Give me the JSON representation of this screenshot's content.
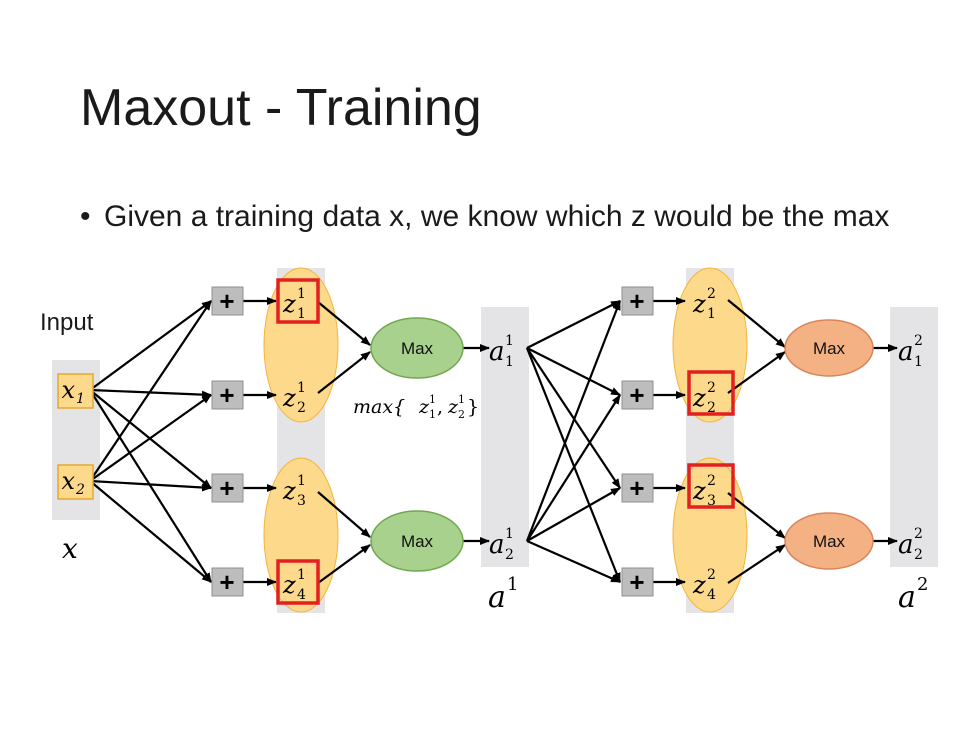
{
  "slide": {
    "title": "Maxout - Training",
    "bullet": "Given a training data x, we know which z would be the max"
  },
  "diagram": {
    "input_label": "Input",
    "x_var": "x",
    "inputs": [
      {
        "base": "x",
        "sub": "1"
      },
      {
        "base": "x",
        "sub": "2"
      }
    ],
    "plus_symbol": "+",
    "max_label": "Max",
    "layer1": {
      "z": [
        {
          "base": "z",
          "sub": "1",
          "sup": "1"
        },
        {
          "base": "z",
          "sub": "2",
          "sup": "1"
        },
        {
          "base": "z",
          "sub": "3",
          "sup": "1"
        },
        {
          "base": "z",
          "sub": "4",
          "sup": "1"
        }
      ],
      "a": [
        {
          "base": "a",
          "sub": "1",
          "sup": "1"
        },
        {
          "base": "a",
          "sub": "2",
          "sup": "1"
        }
      ],
      "layer_label": {
        "base": "a",
        "sup": "1"
      },
      "max_annotation": {
        "prefix": "max{",
        "sep": ",",
        "suffix": "}"
      }
    },
    "layer2": {
      "z": [
        {
          "base": "z",
          "sub": "1",
          "sup": "2"
        },
        {
          "base": "z",
          "sub": "2",
          "sup": "2"
        },
        {
          "base": "z",
          "sub": "3",
          "sup": "2"
        },
        {
          "base": "z",
          "sub": "4",
          "sup": "2"
        }
      ],
      "a": [
        {
          "base": "a",
          "sub": "1",
          "sup": "2"
        },
        {
          "base": "a",
          "sub": "2",
          "sup": "2"
        }
      ],
      "layer_label": {
        "base": "a",
        "sup": "2"
      }
    },
    "colors": {
      "gray_band": "#e4e3e6",
      "group_fill": "#fdd98b",
      "group_stroke": "#f5b33a",
      "input_fill": "#fdd98b",
      "input_stroke": "#e3a92f",
      "plus_fill": "#bdbdbd",
      "max_green": "#a9d18e",
      "max_green_stroke": "#70a84f",
      "max_orange": "#f4b183",
      "max_orange_stroke": "#d9855a",
      "highlight": "#e32020",
      "arrow": "#000000"
    }
  }
}
